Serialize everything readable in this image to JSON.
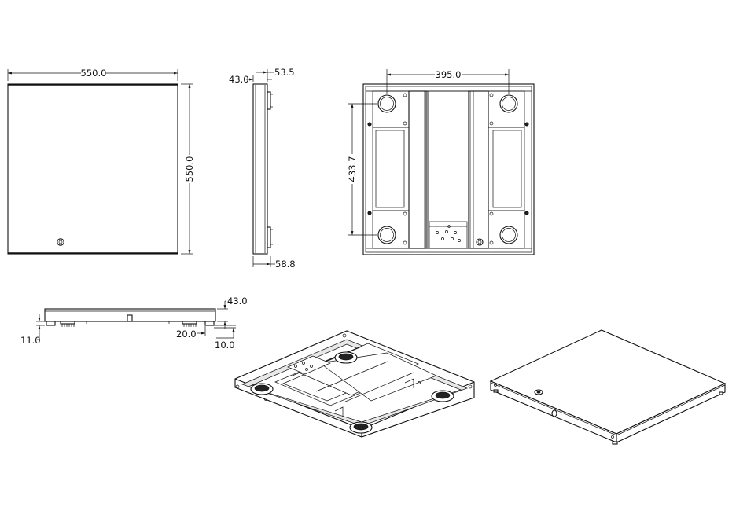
{
  "dimensions": {
    "front_width": "550.0",
    "front_height": "550.0",
    "side_top_left": "43.0",
    "side_top_right": "53.5",
    "side_bottom": "58.8",
    "bottom_width": "395.0",
    "bottom_height": "433.7",
    "edge_height": "43.0",
    "edge_left_foot": "11.0",
    "edge_right_offset": "20.0",
    "edge_right_foot": "10.0"
  }
}
